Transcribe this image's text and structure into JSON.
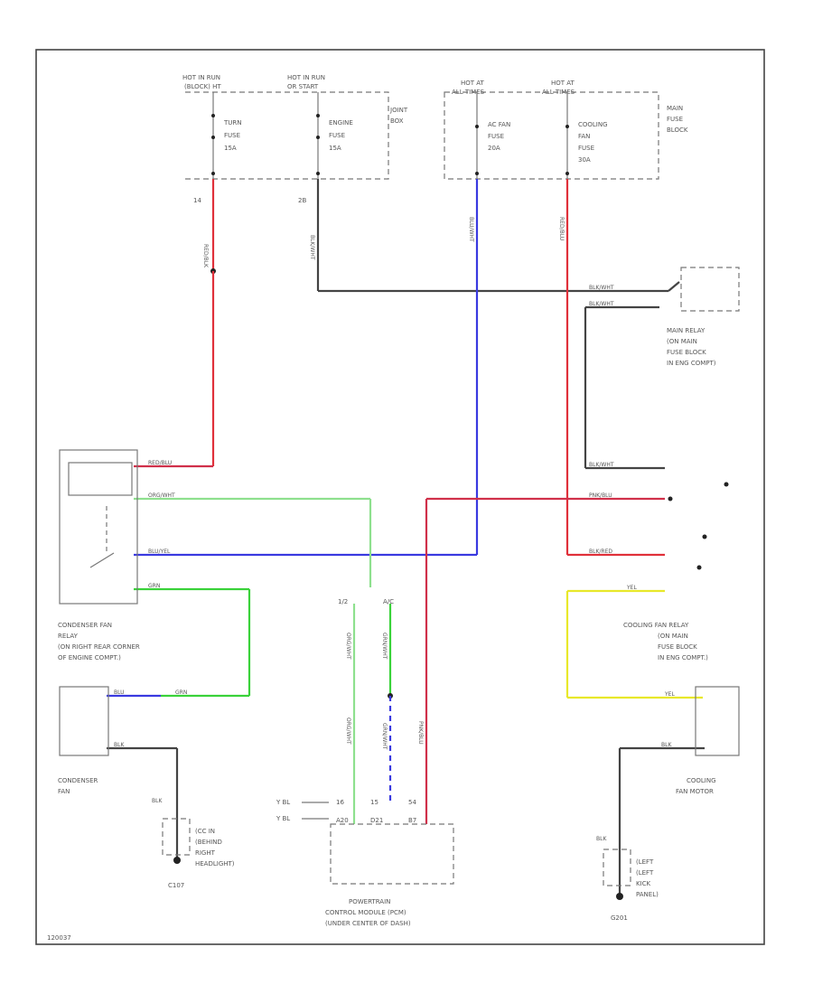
{
  "fuse_sources": {
    "left1": [
      "HOT IN RUN",
      "(BLOCK) HT"
    ],
    "left2": [
      "HOT IN RUN",
      "OR START"
    ],
    "right1": [
      "HOT AT",
      "ALL TIMES"
    ],
    "right2": [
      "HOT AT",
      "ALL TIMES"
    ]
  },
  "fuses": {
    "turn": [
      "TURN",
      "FUSE",
      "15A"
    ],
    "engine": [
      "ENGINE",
      "FUSE",
      "15A"
    ],
    "acfan": [
      "AC FAN",
      "FUSE",
      "20A"
    ],
    "cooling": [
      "COOLING",
      "FAN",
      "FUSE",
      "30A"
    ]
  },
  "blocks": {
    "joint_box": [
      "JOINT",
      "BOX"
    ],
    "main_fuse_block": [
      "MAIN",
      "FUSE",
      "BLOCK"
    ]
  },
  "pins": {
    "p1": "14",
    "p2": "2B"
  },
  "wire_colors": {
    "red_blk": "RED/BLK",
    "blk_wht": "BLK/WHT",
    "blu": "BLU/WHT",
    "red": "RED/BLU",
    "blk_wht2": "BLK/WHT",
    "blk_wht3": "BLK/WHT",
    "blk_wht4": "BLK/WHT",
    "red_blu": "RED/BLU",
    "org_wht": "ORG/WHT",
    "pnk_blu": "PNK/BLU",
    "blu_yel": "BLU/YEL",
    "blk_red": "BLK/RED",
    "grn": "GRN",
    "yel": "YEL",
    "yel2": "YEL",
    "blu2": "BLU",
    "grn2": "GRN",
    "blk": "BLK",
    "blk2": "BLK",
    "blk3": "BLK",
    "blk4": "BLK",
    "org_wht2": "ORG/WHT",
    "org_wht3": "ORG/WHT",
    "grn3": "GRN/WHT",
    "grn4": "GRN/WHT",
    "pnk": "PNK/BLU",
    "yel_blk": "YEL",
    "yel_blk2": "YEL"
  },
  "pcm_pins": {
    "a": "16",
    "b": "15",
    "c": "54"
  },
  "pcm_pins2": {
    "a": "A20",
    "b": "D21",
    "c": "B7"
  },
  "connector_labels": {
    "l1": "1/2",
    "l2": "A/C"
  },
  "main_relay": [
    "MAIN RELAY",
    "(ON MAIN",
    "FUSE BLOCK",
    "IN ENG COMPT)"
  ],
  "condenser_fan_relay": [
    "CONDENSER FAN",
    "RELAY",
    "(ON RIGHT REAR CORNER",
    "OF ENGINE COMPT.)"
  ],
  "cooling_fan_relay": [
    "COOLING FAN RELAY",
    "(ON MAIN",
    "FUSE BLOCK",
    "IN ENG COMPT.)"
  ],
  "condenser_fan": [
    "CONDENSER",
    "FAN"
  ],
  "cooling_fan_motor": [
    "COOLING",
    "FAN MOTOR"
  ],
  "left_ground": {
    "label": [
      "(CC IN",
      "(BEHIND",
      "RIGHT",
      "HEADLIGHT)"
    ],
    "id": "C107"
  },
  "right_ground": {
    "label": [
      "(LEFT",
      "(LEFT",
      "KICK",
      "PANEL)"
    ],
    "id": "G201"
  },
  "pcm": [
    "POWERTRAIN",
    "CONTROL MODULE (PCM)",
    "(UNDER CENTER OF DASH)"
  ],
  "pcm_inputs": [
    "Y BL",
    "Y BL"
  ],
  "footer_id": "120037"
}
